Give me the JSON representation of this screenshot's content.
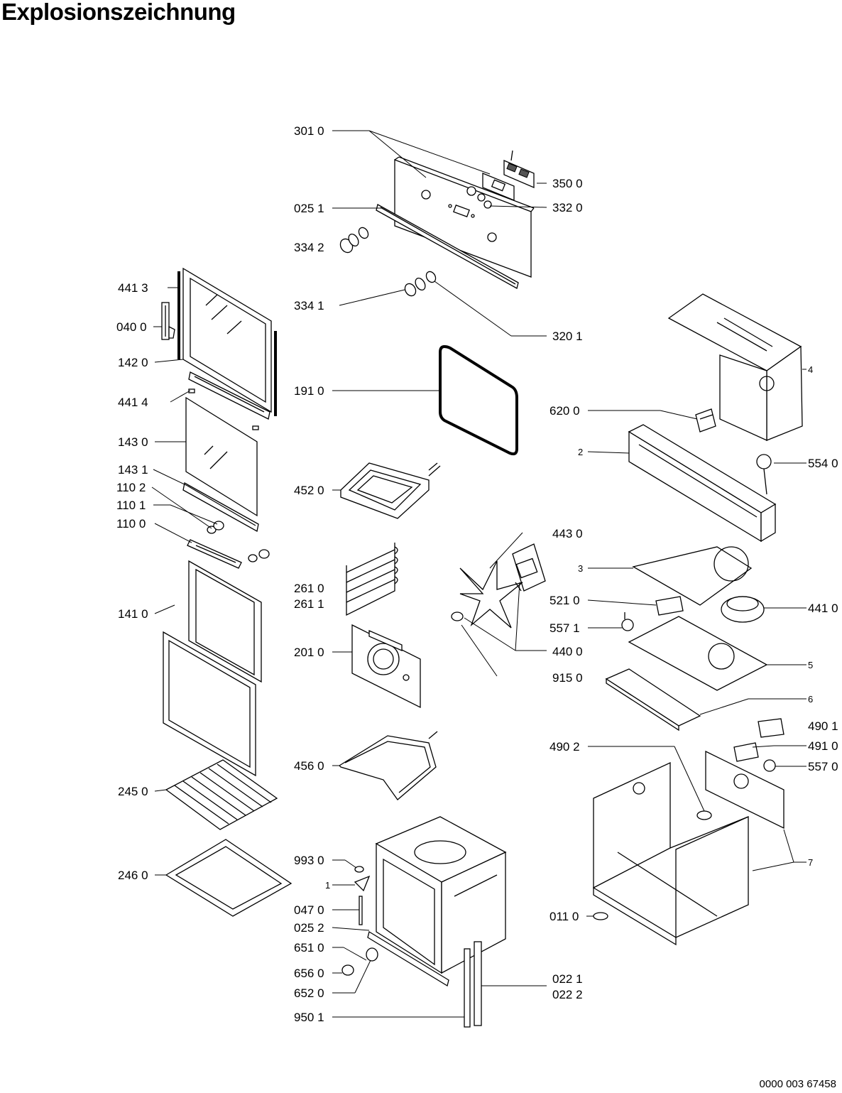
{
  "title": "Explosionszeichnung",
  "document_number": "0000 003 67458",
  "part_labels": {
    "p3010": "301 0",
    "p3500": "350 0",
    "p0251": "025 1",
    "p3320": "332 0",
    "p3342": "334 2",
    "p4413": "441 3",
    "p3341": "334 1",
    "p0400": "040 0",
    "p3201": "320 1",
    "p1420": "142 0",
    "p1910": "191 0",
    "p4414": "441 4",
    "p4": "4",
    "p6200": "620 0",
    "p1430": "143 0",
    "p2": "2",
    "p1431": "143 1",
    "p5540": "554 0",
    "p1102": "110 2",
    "p4520": "452 0",
    "p1101": "110 1",
    "p1100": "110 0",
    "p4430": "443 0",
    "p3": "3",
    "p2610": "261 0",
    "p2611": "261 1",
    "p5210": "521 0",
    "p1410": "141 0",
    "p4410": "441 0",
    "p5571": "557 1",
    "p2010": "201 0",
    "p4400": "440 0",
    "p5": "5",
    "p9150": "915 0",
    "p6": "6",
    "p4901": "490 1",
    "p4902": "490 2",
    "p4910": "491 0",
    "p4560": "456 0",
    "p5570": "557 0",
    "p2450": "245 0",
    "p9930": "993 0",
    "p7": "7",
    "p2460": "246 0",
    "p1": "1",
    "p0470": "047 0",
    "p0110": "011 0",
    "p0252": "025 2",
    "p6510": "651 0",
    "p6560": "656 0",
    "p0221": "022 1",
    "p6520": "652 0",
    "p0222": "022 2",
    "p9501": "950 1"
  }
}
